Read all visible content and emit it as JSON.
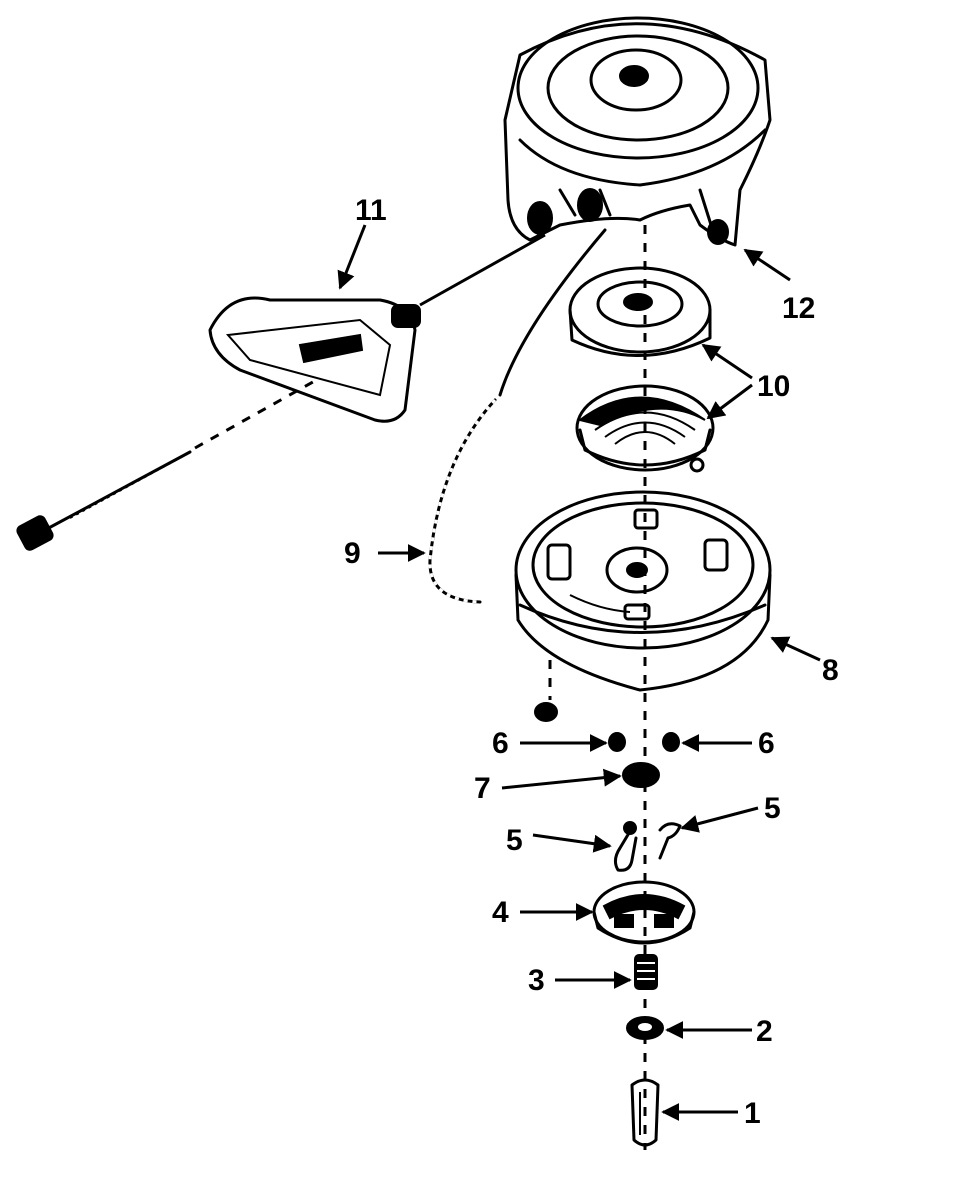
{
  "callouts": {
    "c11": "11",
    "c12": "12",
    "c10": "10",
    "c9": "9",
    "c8": "8",
    "c6_left": "6",
    "c6_right": "6",
    "c7": "7",
    "c5_left": "5",
    "c5_right": "5",
    "c4": "4",
    "c3": "3",
    "c2": "2",
    "c1": "1"
  },
  "colors": {
    "ink": "#000000",
    "paper": "#ffffff"
  }
}
